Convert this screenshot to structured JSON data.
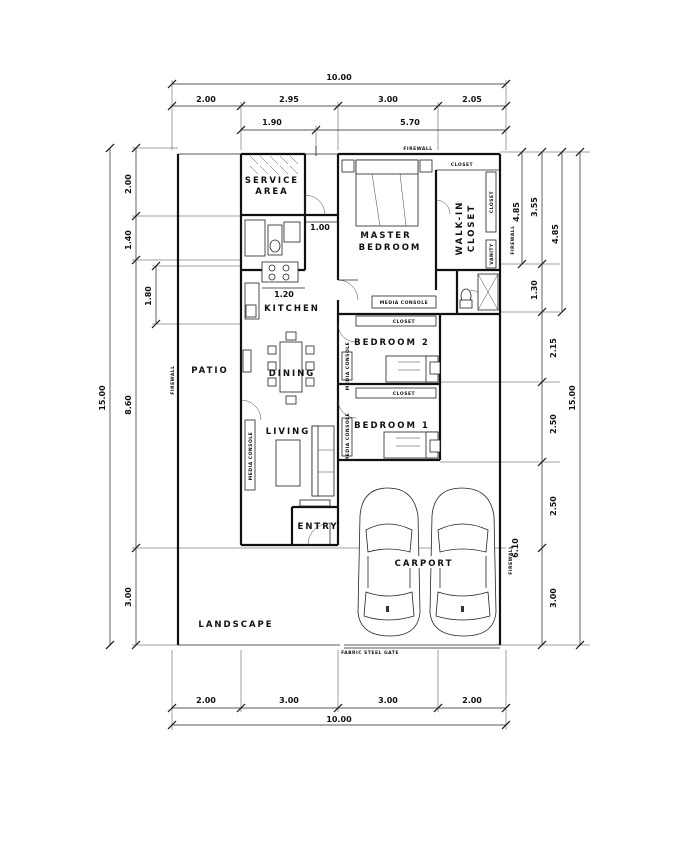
{
  "dimensions": {
    "top_total": "10.00",
    "top_segments": [
      "2.00",
      "2.95",
      "3.00",
      "2.05"
    ],
    "top_inner": [
      "1.90",
      "5.70"
    ],
    "bottom_segments": [
      "2.00",
      "3.00",
      "3.00",
      "2.00"
    ],
    "bottom_total": "10.00",
    "left_total": "15.00",
    "left_segments": [
      "2.00",
      "1.40",
      "8.60",
      "3.00"
    ],
    "left_inner": "1.80",
    "right_inner": [
      "4.85",
      "1.30",
      "3.55",
      "2.15",
      "2.50",
      "2.50",
      "3.00"
    ],
    "right_total": [
      "4.85",
      "15.00"
    ],
    "carport_width": "6.10",
    "door_width_1": "1.00",
    "door_width_2": "1.20"
  },
  "rooms": {
    "service_area_line1": "SERVICE",
    "service_area_line2": "AREA",
    "master_line1": "MASTER",
    "master_line2": "BEDROOM",
    "walkin_line1": "WALK-IN",
    "walkin_line2": "CLOSET",
    "kitchen": "KITCHEN",
    "bedroom2": "BEDROOM 2",
    "bedroom1": "BEDROOM 1",
    "dining": "DINING",
    "living": "LIVING",
    "patio": "PATIO",
    "entry": "ENTRY",
    "carport": "CARPORT",
    "landscape": "LANDSCAPE"
  },
  "labels": {
    "firewall": "FIREWALL",
    "closet": "CLOSET",
    "vanity": "VANITY",
    "media_console": "MEDIA CONSOLE",
    "media_console_vertical": "MEDIA CONSOLE",
    "gate": "FABRIC STEEL GATE"
  }
}
